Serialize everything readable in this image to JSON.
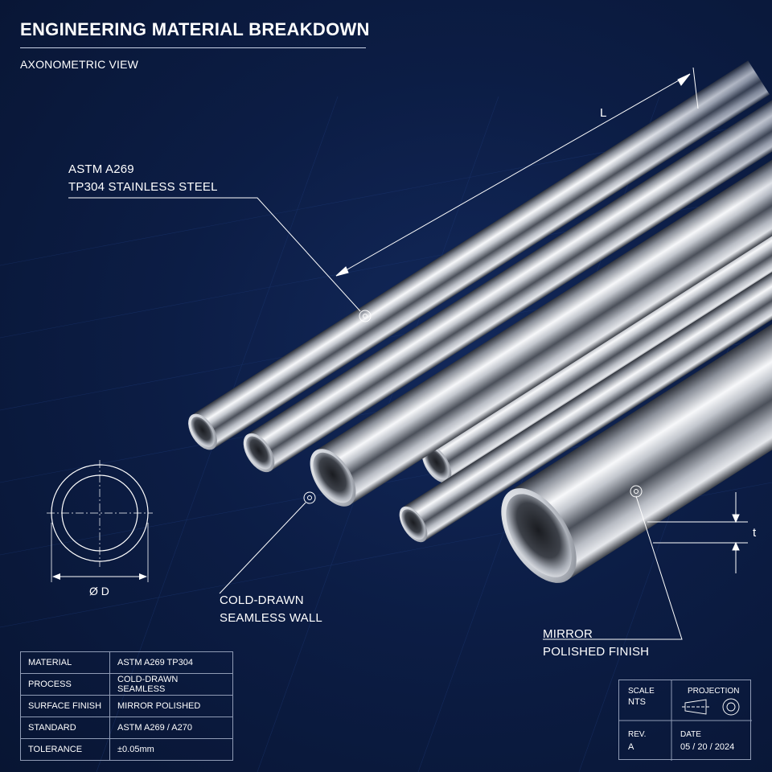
{
  "header": {
    "title": "ENGINEERING MATERIAL BREAKDOWN",
    "subtitle": "AXONOMETRIC VIEW"
  },
  "dimensions": {
    "length_label": "L",
    "diameter_label": "Ø D",
    "thickness_label": "t"
  },
  "callouts": {
    "material_line1": "ASTM A269",
    "material_line2": "TP304 STAINLESS STEEL",
    "wall_line1": "COLD-DRAWN",
    "wall_line2": "SEAMLESS WALL",
    "finish_line1": "MIRROR",
    "finish_line2": "POLISHED FINISH"
  },
  "spec_table": [
    {
      "key": "MATERIAL",
      "value": "ASTM A269 TP304"
    },
    {
      "key": "PROCESS",
      "value": "COLD-DRAWN SEAMLESS"
    },
    {
      "key": "SURFACE FINISH",
      "value": "MIRROR POLISHED"
    },
    {
      "key": "STANDARD",
      "value": "ASTM A269 / A270"
    },
    {
      "key": "TOLERANCE",
      "value": "±0.05mm"
    }
  ],
  "title_block": {
    "scale_label": "SCALE",
    "scale_value": "NTS",
    "projection_label": "PROJECTION",
    "rev_label": "REV.",
    "rev_value": "A",
    "date_label": "DATE",
    "date_value": "05 / 20 / 2024"
  },
  "colors": {
    "background": "#0c1d45",
    "line": "#ffffff",
    "steel_light": "#f4f6f9",
    "steel_dark": "#3a3f4a"
  }
}
